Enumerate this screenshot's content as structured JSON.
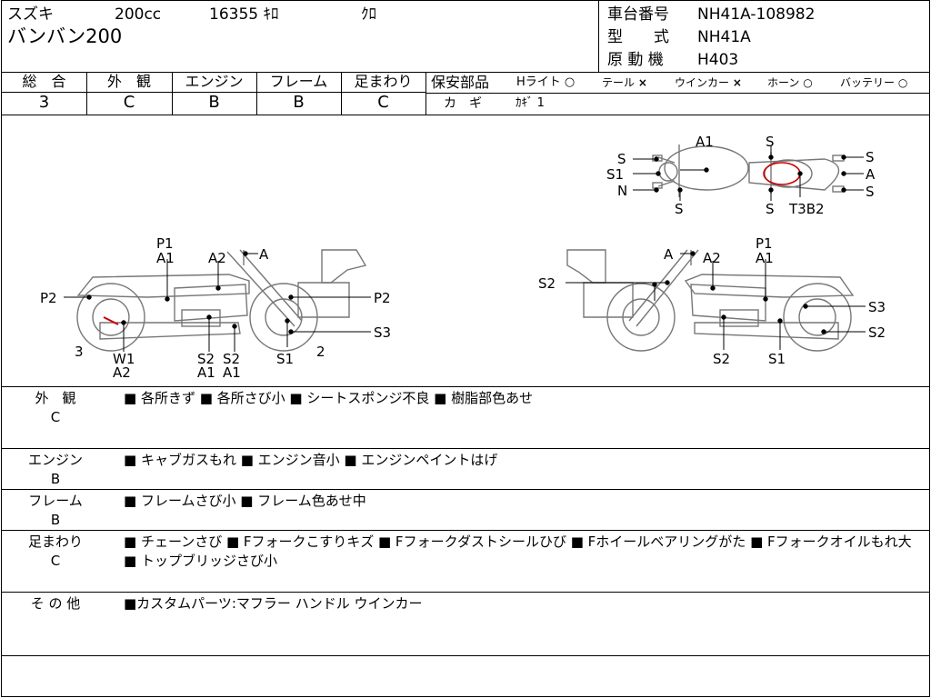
{
  "header": {
    "maker": "スズキ",
    "displacement": "200cc",
    "mileage": "16355 ｷﾛ",
    "color": "ｸﾛ",
    "model_name": "バンバン200",
    "frame_no_label": "車台番号",
    "frame_no": "NH41A-108982",
    "type_label": "型　　式",
    "type": "NH41A",
    "engine_label": "原 動 機",
    "engine": "H403"
  },
  "grades": [
    {
      "label": "総　合",
      "value": "3"
    },
    {
      "label": "外　観",
      "value": "C"
    },
    {
      "label": "エンジン",
      "value": "B"
    },
    {
      "label": "フレーム",
      "value": "B"
    },
    {
      "label": "足まわり",
      "value": "C"
    }
  ],
  "safety": {
    "label": "保安部品",
    "items": [
      {
        "name": "Hライト",
        "mark": "○"
      },
      {
        "name": "テール",
        "mark": "×"
      },
      {
        "name": "ウインカー",
        "mark": "×"
      },
      {
        "name": "ホーン",
        "mark": "○"
      },
      {
        "name": "バッテリー",
        "mark": "○"
      }
    ],
    "key_label": "カ　ギ",
    "key_value": "ｶｷﾞ 1"
  },
  "diagram": {
    "top_labels": [
      "S",
      "S1",
      "N",
      "S",
      "A1",
      "S",
      "S",
      "T3B2",
      "S",
      "A",
      "S"
    ],
    "left_labels": [
      "P1",
      "A1",
      "A2",
      "A",
      "P2",
      "P2",
      "S3",
      "3",
      "W1",
      "A2",
      "S2",
      "A1",
      "S2",
      "A1",
      "S1",
      "2"
    ],
    "right_labels": [
      "A",
      "A2",
      "P1",
      "A1",
      "S2",
      "S3",
      "S2",
      "S2",
      "S1"
    ]
  },
  "comments": [
    {
      "label": "外　観",
      "grade": "C",
      "text": "■ 各所きず ■ 各所さび小 ■ シートスポンジ不良 ■ 樹脂部色あせ"
    },
    {
      "label": "エンジン",
      "grade": "B",
      "text": "■ キャブガスもれ ■ エンジン音小 ■ エンジンペイントはげ"
    },
    {
      "label": "フレーム",
      "grade": "B",
      "text": "■ フレームさび小 ■ フレーム色あせ中"
    },
    {
      "label": "足まわり",
      "grade": "C",
      "text": "■ チェーンさび ■ Fフォークこすりキズ ■ Fフォークダストシールひび ■ Fホイールベアリングがた ■ Fフォークオイルもれ大 ■ トップブリッジさび小"
    },
    {
      "label": "そ の 他",
      "grade": "",
      "text": "■カスタムパーツ:マフラー ハンドル ウインカー"
    }
  ]
}
